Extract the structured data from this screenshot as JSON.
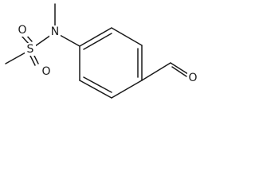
{
  "molecule": {
    "atoms": {
      "sulfur": {
        "label": "S"
      },
      "nitrogen": {
        "label": "N"
      },
      "sulfonyl_oxygen_1": {
        "label": "O"
      },
      "sulfonyl_oxygen_2": {
        "label": "O"
      },
      "aldehyde_oxygen": {
        "label": "O"
      }
    }
  }
}
